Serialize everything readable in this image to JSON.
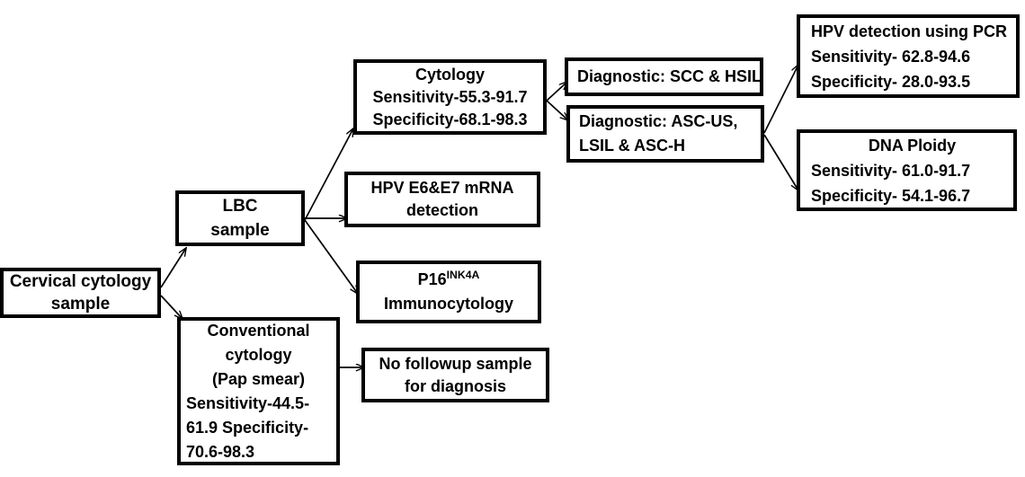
{
  "diagram": {
    "title": "Cervical cytology sample diagnostic workflow",
    "stroke_color": "#000000",
    "background_color": "#ffffff",
    "nodes": {
      "cervical_sample": {
        "lines": [
          "Cervical  cytology",
          "sample"
        ]
      },
      "lbc_sample": {
        "lines": [
          "LBC",
          "sample"
        ]
      },
      "conventional_cytology": {
        "lines": [
          "Conventional",
          "cytology",
          "(Pap smear)",
          "Sensitivity-44.5-",
          "61.9 Specificity-",
          "70.6-98.3"
        ]
      },
      "cytology": {
        "lines": [
          "Cytology",
          "Sensitivity-55.3-91.7",
          "Specificity-68.1-98.3"
        ]
      },
      "hpv_mrna": {
        "lines": [
          "HPV E6&E7 mRNA",
          "detection"
        ]
      },
      "p16": {
        "line1_base": "P16",
        "line1_sup": "INK4A",
        "line2": "Immunocytology"
      },
      "no_followup": {
        "lines": [
          "No followup sample",
          "for diagnosis"
        ]
      },
      "diagnostic_scc_hsil": {
        "lines": [
          "Diagnostic: SCC & HSIL"
        ]
      },
      "diagnostic_ascus": {
        "lines": [
          "Diagnostic:  ASC-US,",
          "LSIL & ASC-H"
        ]
      },
      "hpv_pcr": {
        "lines": [
          "HPV detection using PCR",
          "Sensitivity-  62.8-94.6",
          "Specificity-  28.0-93.5"
        ]
      },
      "dna_ploidy": {
        "lines": [
          "DNA Ploidy",
          "Sensitivity-  61.0-91.7",
          "Specificity-  54.1-96.7"
        ]
      }
    },
    "edges": [
      {
        "name": "cervical-to-lbc",
        "from": "cervical_sample",
        "to": "lbc_sample"
      },
      {
        "name": "cervical-to-conventional",
        "from": "cervical_sample",
        "to": "conventional_cytology"
      },
      {
        "name": "lbc-to-cytology",
        "from": "lbc_sample",
        "to": "cytology"
      },
      {
        "name": "lbc-to-hpv-mrna",
        "from": "lbc_sample",
        "to": "hpv_mrna"
      },
      {
        "name": "lbc-to-p16",
        "from": "lbc_sample",
        "to": "p16"
      },
      {
        "name": "conventional-to-no-followup",
        "from": "conventional_cytology",
        "to": "no_followup"
      },
      {
        "name": "cytology-to-dx-scc-hsil",
        "from": "cytology",
        "to": "diagnostic_scc_hsil"
      },
      {
        "name": "cytology-to-dx-ascus",
        "from": "cytology",
        "to": "diagnostic_ascus"
      },
      {
        "name": "dx-ascus-to-hpv-pcr",
        "from": "diagnostic_ascus",
        "to": "hpv_pcr"
      },
      {
        "name": "dx-ascus-to-dna-ploidy",
        "from": "diagnostic_ascus",
        "to": "dna_ploidy"
      }
    ]
  }
}
